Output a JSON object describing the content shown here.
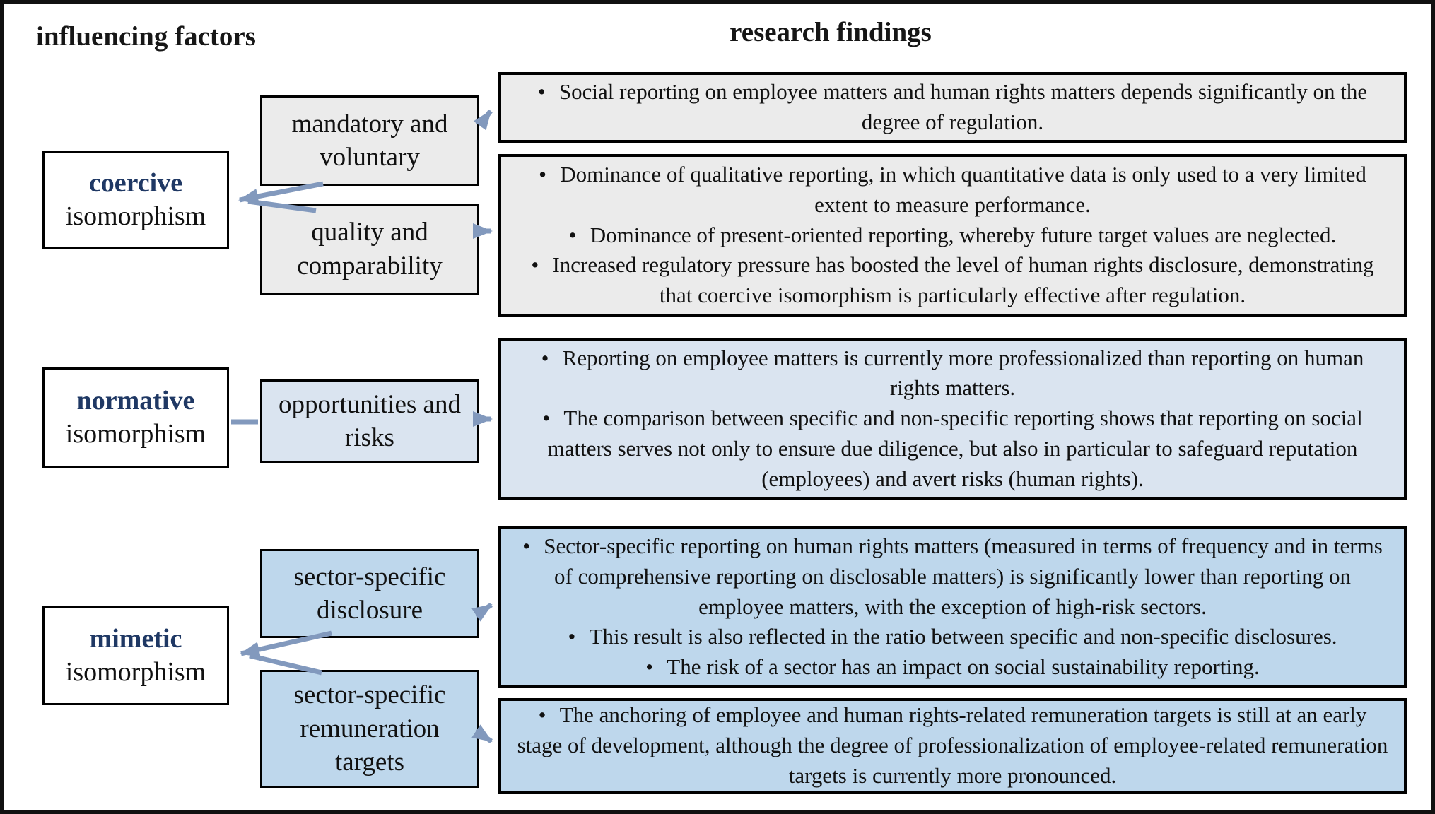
{
  "headers": {
    "influencing_factors": "influencing factors",
    "research_findings": "research findings"
  },
  "bullet_char": "•",
  "colors": {
    "accent_navy": "#1f3864",
    "box_gray": "#ebebeb",
    "box_light_blue": "#dae4f0",
    "box_medium_blue": "#bed7ec",
    "arrow_blue": "#8299bd"
  },
  "factors": [
    {
      "emphasis": "coercive",
      "rest": "isomorphism"
    },
    {
      "emphasis": "normative",
      "rest": "isomorphism"
    },
    {
      "emphasis": "mimetic",
      "rest": "isomorphism"
    }
  ],
  "influences": [
    {
      "label": "mandatory and voluntary"
    },
    {
      "label": "quality and comparability"
    },
    {
      "label": "opportunities and risks"
    },
    {
      "label": "sector-specific disclosure"
    },
    {
      "label": "sector-specific remuneration targets"
    }
  ],
  "findings": [
    {
      "bullets": [
        "Social reporting on employee matters and human rights matters depends significantly on the degree of regulation."
      ]
    },
    {
      "bullets": [
        "Dominance of qualitative reporting, in which quantitative data is only used to a very limited extent to measure performance.",
        "Dominance of present-oriented reporting, whereby future target values are neglected.",
        "Increased regulatory pressure has boosted the level of human rights disclosure, demonstrating that coercive isomorphism is particularly effective after regulation."
      ]
    },
    {
      "bullets": [
        "Reporting on employee matters is currently more professionalized than reporting on human rights matters.",
        "The comparison between specific and non-specific reporting shows that reporting on social matters serves not only to ensure due diligence, but also in particular to safeguard reputation (employees) and avert risks (human rights)."
      ]
    },
    {
      "bullets": [
        "Sector-specific reporting on human rights matters (measured in terms of frequency and in terms of comprehensive reporting on disclosable matters) is significantly lower than reporting on employee matters, with the exception of high-risk sectors.",
        "This result is also reflected in the ratio between specific and non-specific disclosures.",
        "The risk of a sector has an impact on social sustainability reporting."
      ]
    },
    {
      "bullets": [
        "The anchoring of employee and human rights-related remuneration targets is still at an early stage of development, although the degree of professionalization of employee-related remuneration targets is currently more pronounced."
      ]
    }
  ]
}
